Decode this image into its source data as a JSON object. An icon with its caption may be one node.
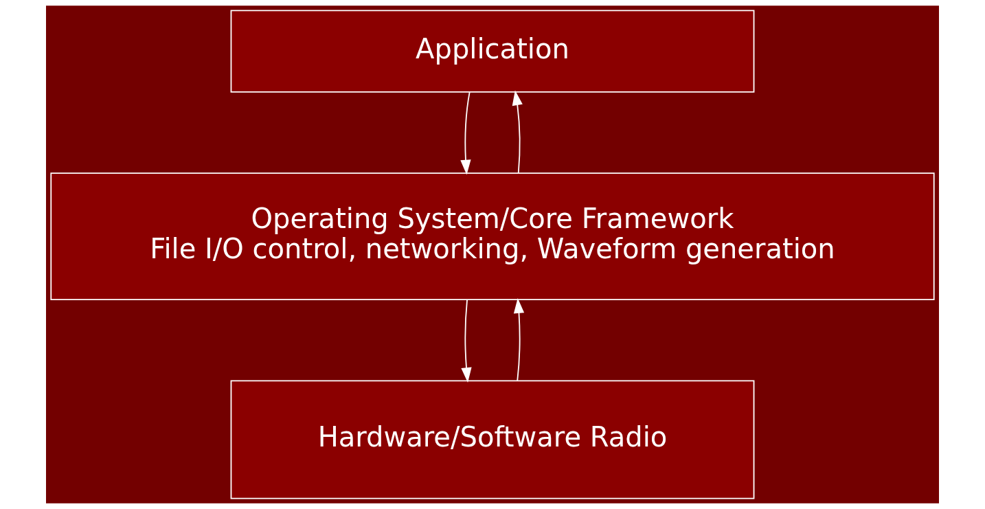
{
  "diagram": {
    "nodes": [
      {
        "text": [
          "Application"
        ]
      },
      {
        "text": [
          "Operating System/Core Framework",
          "File I/O control, networking, Waveform generation"
        ]
      },
      {
        "text": [
          "Hardware/Software Radio"
        ]
      }
    ],
    "edges": [
      {
        "from": 0,
        "to": 1,
        "arrow": "to"
      },
      {
        "from": 1,
        "to": 0,
        "arrow": "to"
      },
      {
        "from": 1,
        "to": 2,
        "arrow": "to"
      },
      {
        "from": 2,
        "to": 1,
        "arrow": "to"
      }
    ]
  }
}
